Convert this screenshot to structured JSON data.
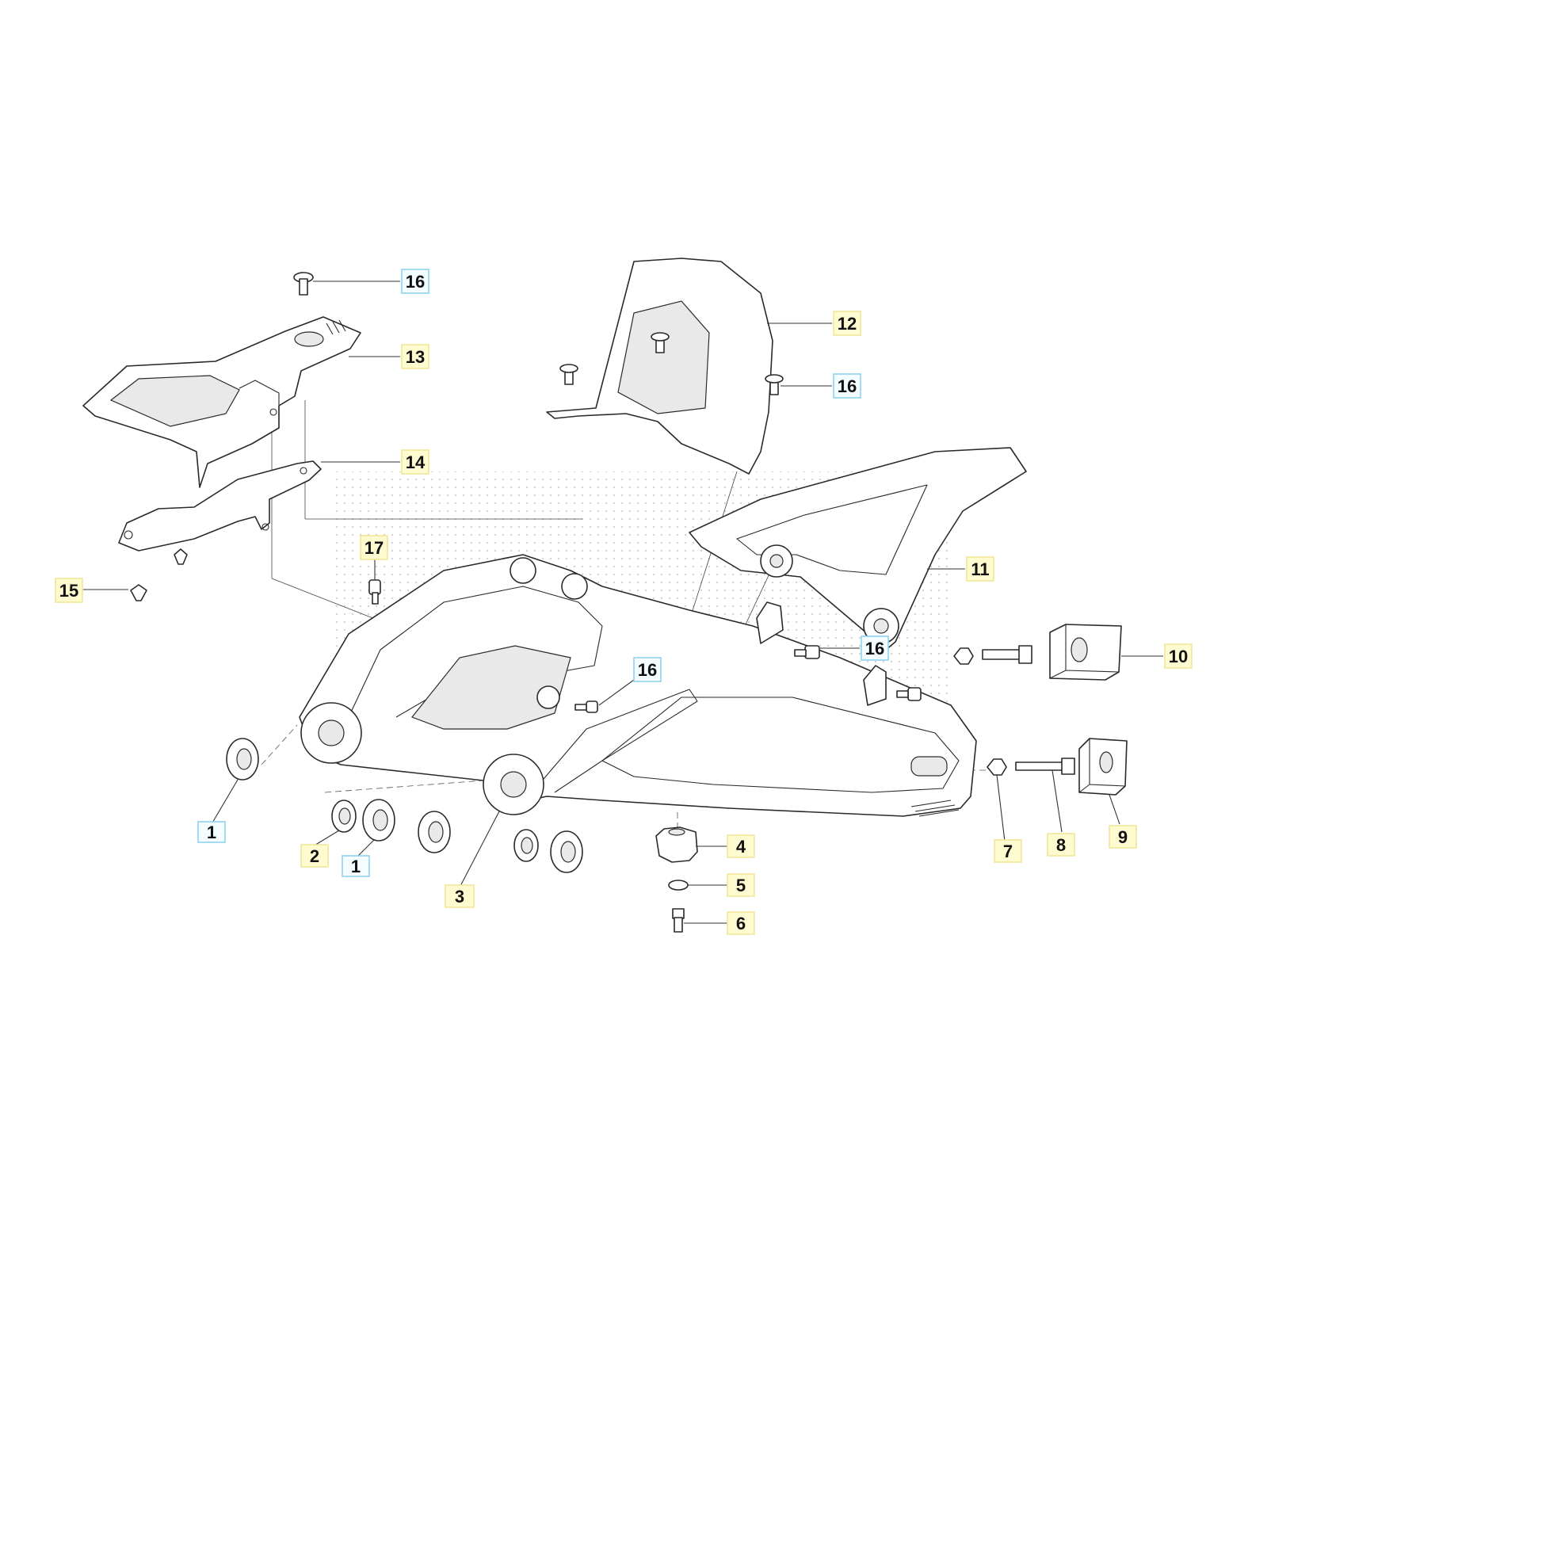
{
  "colors": {
    "label_yellow_bg": "#fffbd0",
    "label_yellow_border": "#f1e69a",
    "label_cyan_bg": "#f4fdff",
    "label_cyan_border": "#8fd3ef"
  },
  "callouts": [
    {
      "id": "c16a",
      "label": "16",
      "box": "cyan"
    },
    {
      "id": "c13",
      "label": "13",
      "box": "yellow"
    },
    {
      "id": "c14",
      "label": "14",
      "box": "yellow"
    },
    {
      "id": "c15",
      "label": "15",
      "box": "yellow"
    },
    {
      "id": "c17",
      "label": "17",
      "box": "yellow"
    },
    {
      "id": "c12",
      "label": "12",
      "box": "yellow"
    },
    {
      "id": "c16b",
      "label": "16",
      "box": "cyan"
    },
    {
      "id": "c11",
      "label": "11",
      "box": "yellow"
    },
    {
      "id": "c16c",
      "label": "16",
      "box": "cyan"
    },
    {
      "id": "c16d",
      "label": "16",
      "box": "cyan"
    },
    {
      "id": "c10",
      "label": "10",
      "box": "yellow"
    },
    {
      "id": "c1a",
      "label": "1",
      "box": "cyan"
    },
    {
      "id": "c2",
      "label": "2",
      "box": "yellow"
    },
    {
      "id": "c1b",
      "label": "1",
      "box": "cyan"
    },
    {
      "id": "c3",
      "label": "3",
      "box": "yellow"
    },
    {
      "id": "c4",
      "label": "4",
      "box": "yellow"
    },
    {
      "id": "c5",
      "label": "5",
      "box": "yellow"
    },
    {
      "id": "c6",
      "label": "6",
      "box": "yellow"
    },
    {
      "id": "c7",
      "label": "7",
      "box": "yellow"
    },
    {
      "id": "c8",
      "label": "8",
      "box": "yellow"
    },
    {
      "id": "c9",
      "label": "9",
      "box": "yellow"
    }
  ]
}
